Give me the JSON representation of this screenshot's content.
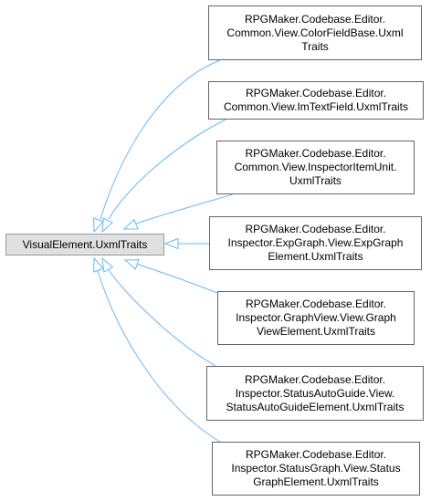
{
  "base_node": {
    "label": "VisualElement.UxmlTraits"
  },
  "derived_nodes": [
    {
      "lines": [
        "RPGMaker.Codebase.Editor.",
        "Common.View.ColorFieldBase.Uxml",
        "Traits"
      ]
    },
    {
      "lines": [
        "RPGMaker.Codebase.Editor.",
        "Common.View.ImTextField.UxmlTraits"
      ]
    },
    {
      "lines": [
        "RPGMaker.Codebase.Editor.",
        "Common.View.InspectorItemUnit.",
        "UxmlTraits"
      ]
    },
    {
      "lines": [
        "RPGMaker.Codebase.Editor.",
        "Inspector.ExpGraph.View.ExpGraph",
        "Element.UxmlTraits"
      ]
    },
    {
      "lines": [
        "RPGMaker.Codebase.Editor.",
        "Inspector.GraphView.View.Graph",
        "ViewElement.UxmlTraits"
      ]
    },
    {
      "lines": [
        "RPGMaker.Codebase.Editor.",
        "Inspector.StatusAutoGuide.View.",
        "StatusAutoGuideElement.UxmlTraits"
      ]
    },
    {
      "lines": [
        "RPGMaker.Codebase.Editor.",
        "Inspector.StatusGraph.View.Status",
        "GraphElement.UxmlTraits"
      ]
    }
  ],
  "colors": {
    "edge": "#63b8ff",
    "base_fill": "#e0e0e0",
    "node_border": "#666666"
  }
}
